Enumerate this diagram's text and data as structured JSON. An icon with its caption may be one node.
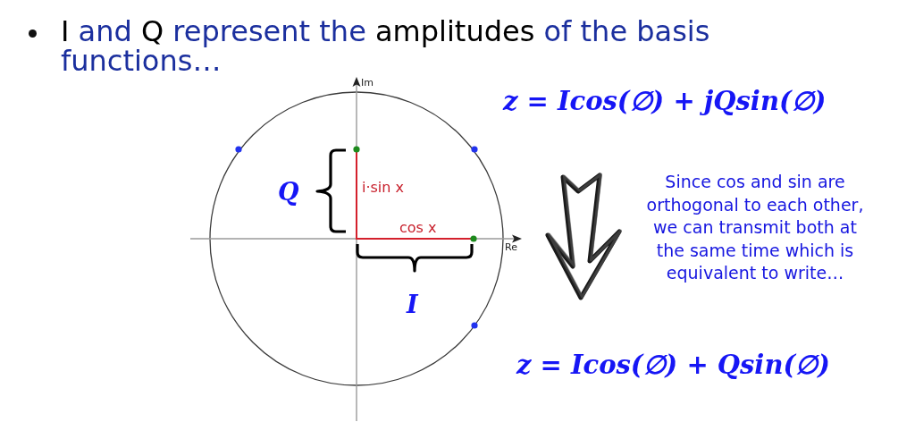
{
  "diagram": {
    "title": "I and Q represent the amplitudes of the basis functions…",
    "labels": [
      "Im",
      "z = Icos(∅) + jQsin(∅)",
      "Q",
      "i·sin x",
      "Since cos and sin are orthogonal to each other, we can transmit both at the same time which is equivalent to write…",
      "cos x",
      "Re",
      "I",
      "z = Icos(∅) + Qsin(∅)"
    ]
  }
}
